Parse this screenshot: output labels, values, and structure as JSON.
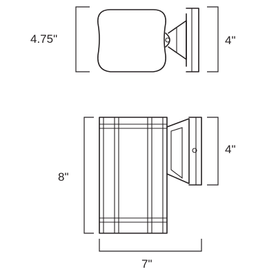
{
  "dimensions": {
    "top_height": "4.75\"",
    "top_mount": "4\"",
    "front_height": "8\"",
    "front_mount": "4\"",
    "front_depth": "7\""
  }
}
